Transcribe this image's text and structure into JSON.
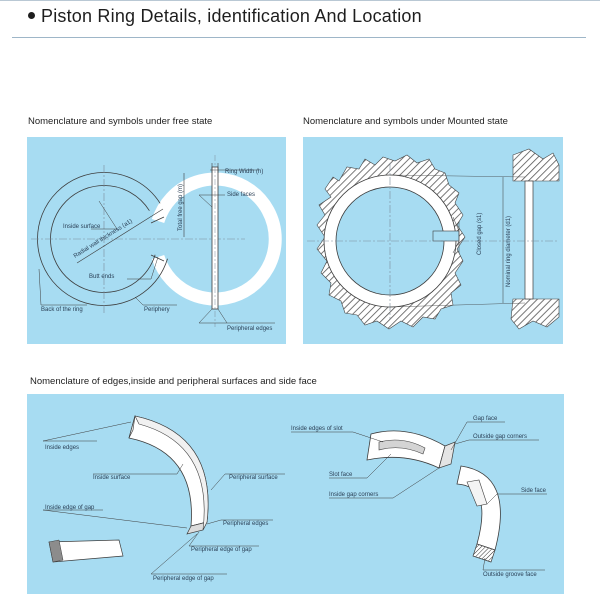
{
  "title": "Piston Ring Details, identification And Location",
  "captions": {
    "free_state": "Nomenclature and symbols under free state",
    "mounted_state": "Nomenclature and symbols under Mounted state",
    "edges": "Nomenclature of edges,inside and peripheral surfaces and side face"
  },
  "free_labels": {
    "ring_width": "Ring Width (h)",
    "side_faces": "Side faces",
    "total_free_gap": "Total free gap (m)",
    "inside_surface": "Inside surface",
    "radial_wall": "Radial wall thickness (a1)",
    "butt_ends": "Butt ends",
    "back_of_ring": "Back of the ring",
    "periphery": "Periphery",
    "peripheral_edges": "Peripheral edges"
  },
  "mounted_labels": {
    "closed_gap": "Closed gap (s1)",
    "nominal_diameter": "Nominal ring diameter (d1)"
  },
  "edges_labels": {
    "inside_edges": "Inside edges",
    "inside_surface": "Inside surface",
    "peripheral_surface": "Peripheral surface",
    "inside_edge_of_gap": "Inside edge of gap",
    "peripheral_edges": "Peripheral edges",
    "peripheral_edge_of_gap": "Peripheral edge of gap",
    "peripheral_edge_of_gap_2": "Peripheral edge of gap",
    "inside_edges_of_slot": "Inside edges of slot",
    "gap_face": "Gap face",
    "outside_gap_corners": "Outside gap corners",
    "slot_face": "Slot face",
    "inside_gap_corners": "Inside gap corners",
    "side_face": "Side face",
    "outside_groove_face": "Outside groove face"
  }
}
